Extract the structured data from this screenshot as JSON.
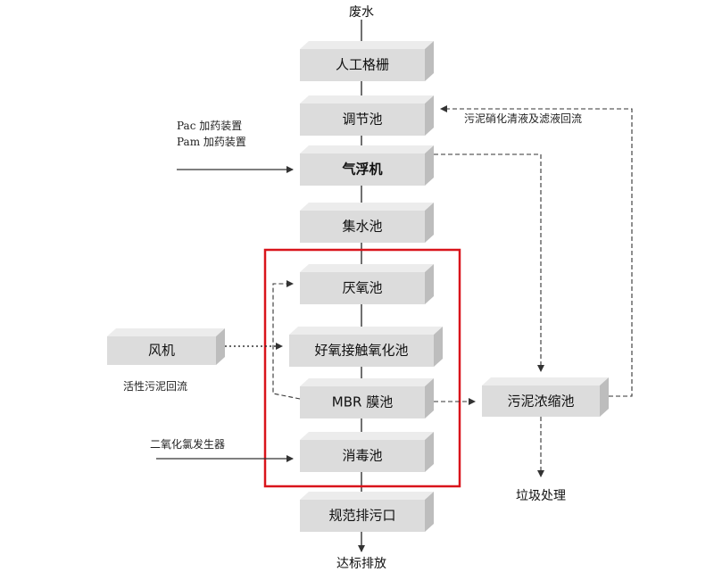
{
  "flow": {
    "input": "废水",
    "output": "达标排放",
    "steps": [
      {
        "id": "grille",
        "label": "人工格栅"
      },
      {
        "id": "regulating",
        "label": "调节池"
      },
      {
        "id": "air-float",
        "label": "气浮机"
      },
      {
        "id": "collection",
        "label": "集水池"
      },
      {
        "id": "anaerobic",
        "label": "厌氧池"
      },
      {
        "id": "aerobic",
        "label": "好氧接触氧化池"
      },
      {
        "id": "mbr",
        "label": "MBR 膜池"
      },
      {
        "id": "disinfection",
        "label": "消毒池"
      },
      {
        "id": "discharge",
        "label": "规范排污口"
      }
    ]
  },
  "side": {
    "fan": "风机",
    "sludge_tank": "污泥浓缩池",
    "garbage": "垃圾处理",
    "pac": "Pac 加药装置",
    "pam": "Pam 加药装置",
    "activated_return": "活性污泥回流",
    "chlorine_dioxide": "二氧化氯发生器",
    "digest_return": "污泥硝化清液及滤液回流"
  },
  "colors": {
    "box_front": "#dcdcdc",
    "box_top": "#ececec",
    "box_side": "#bdbdbd",
    "highlight": "#d9141b",
    "line": "#333333"
  }
}
